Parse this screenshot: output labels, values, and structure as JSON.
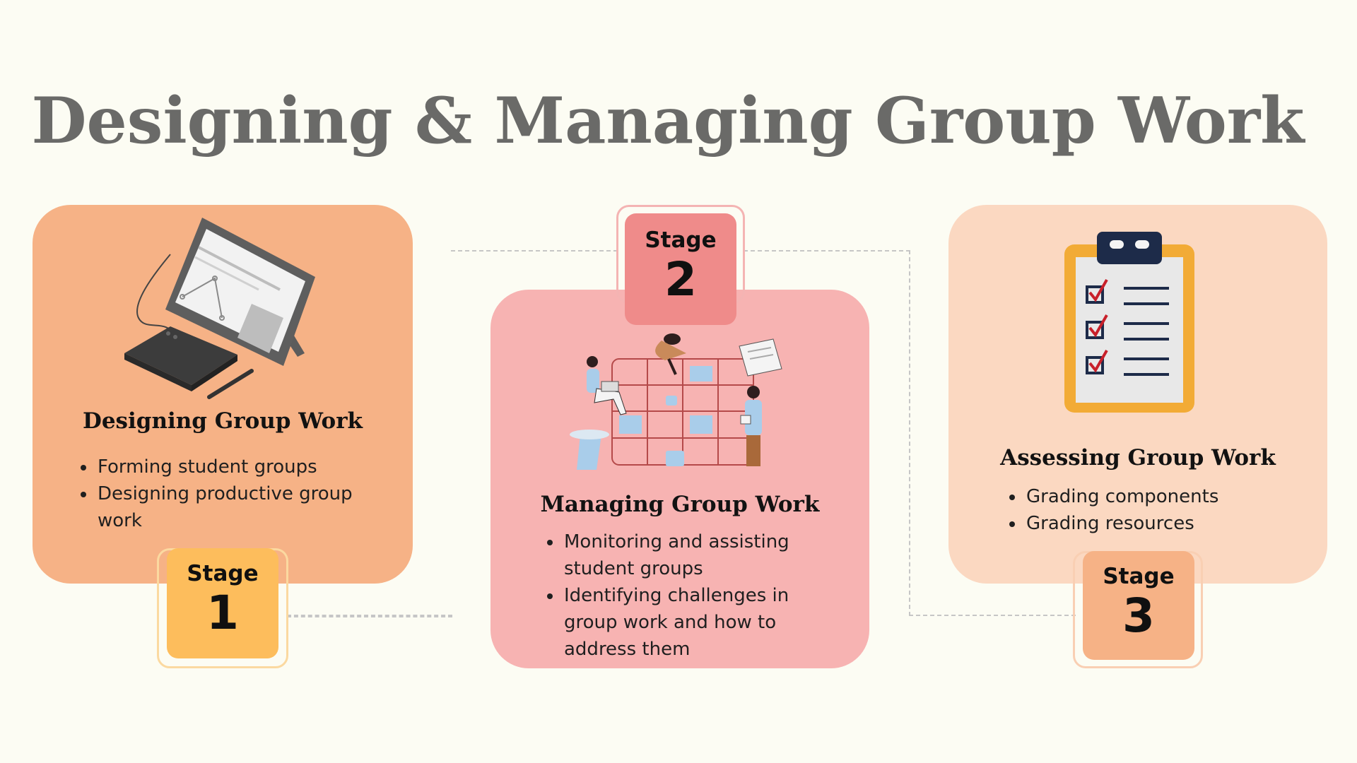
{
  "title": "Designing & Managing Group Work",
  "stages": [
    {
      "stage_word": "Stage",
      "stage_number": "1",
      "card_title": "Designing Group Work",
      "bullets": [
        "Forming student groups",
        "Designing productive group work"
      ],
      "card_color": "#f6b286",
      "badge_color": "#fdbd5c",
      "badge_border": "#fbd9a0",
      "icon": "drawing-tablet-icon"
    },
    {
      "stage_word": "Stage",
      "stage_number": "2",
      "card_title": "Managing Group Work",
      "bullets": [
        "Monitoring and assisting student groups",
        "Identifying challenges in group work and how to address them"
      ],
      "card_color": "#f7b3b2",
      "badge_color": "#ef8b8a",
      "badge_border": "#f4b4b3",
      "icon": "team-calendar-icon"
    },
    {
      "stage_word": "Stage",
      "stage_number": "3",
      "card_title": "Assessing Group Work",
      "bullets": [
        "Grading components",
        "Grading resources"
      ],
      "card_color": "#fbd8c1",
      "badge_color": "#f6b286",
      "badge_border": "#f9cfb3",
      "icon": "checklist-clipboard-icon"
    }
  ]
}
